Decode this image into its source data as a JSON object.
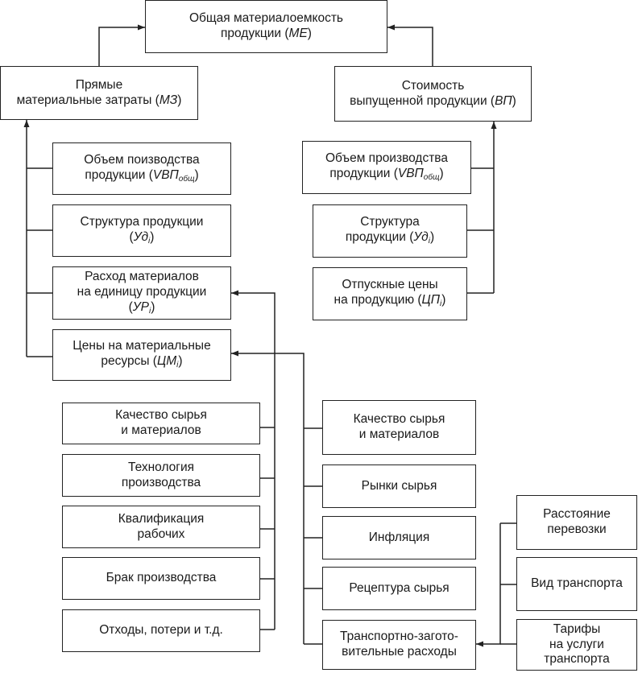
{
  "top": {
    "line1": "Общая материалоемкость",
    "line2_pre": "продукции (",
    "line2_sym": "МЕ",
    "line2_post": ")"
  },
  "left_main": {
    "line1": "Прямые",
    "line2_pre": "материальные затраты (",
    "line2_sym": "МЗ",
    "line2_post": ")"
  },
  "right_main": {
    "line1": "Стоимость",
    "line2_pre": "выпущенной продукции (",
    "line2_sym": "ВП",
    "line2_post": ")"
  },
  "left_factors": {
    "volume": {
      "line1": "Объем поизводства",
      "line2_pre": "продукции (",
      "sym": "VВП",
      "sub": "общ",
      "line2_post": ")"
    },
    "structure": {
      "line1": "Структура продукции",
      "line2_pre": "(",
      "sym": "Уд",
      "sub": "i",
      "line2_post": ")"
    },
    "consumption": {
      "line1": "Расход материалов",
      "line2": "на единицу продукции",
      "line3_pre": "(",
      "sym": "УР",
      "sub": "i",
      "line3_post": ")"
    },
    "prices": {
      "line1": "Цены на материальные",
      "line2_pre": "ресурсы (",
      "sym": "ЦМ",
      "sub": "i",
      "line2_post": ")"
    }
  },
  "right_factors": {
    "volume": {
      "line1": "Объем производства",
      "line2_pre": "продукции (",
      "sym": "VВП",
      "sub": "общ",
      "line2_post": ")"
    },
    "structure": {
      "line1": "Структура",
      "line2_pre": "продукции (",
      "sym": "Уд",
      "sub": "i",
      "line2_post": ")"
    },
    "prices": {
      "line1": "Отпускные цены",
      "line2_pre": "на продукцию (",
      "sym": "ЦП",
      "sub": "i",
      "line2_post": ")"
    }
  },
  "consumption_factors": [
    {
      "line1": "Качество сырья",
      "line2": "и материалов"
    },
    {
      "line1": "Технология",
      "line2": "производства"
    },
    {
      "line1": "Квалификация",
      "line2": "рабочих"
    },
    {
      "line1": "Брак производства",
      "line2": ""
    },
    {
      "line1": "Отходы, потери и т.д.",
      "line2": ""
    }
  ],
  "price_factors": [
    {
      "line1": "Качество сырья",
      "line2": "и материалов"
    },
    {
      "line1": "Рынки сырья",
      "line2": ""
    },
    {
      "line1": "Инфляция",
      "line2": ""
    },
    {
      "line1": "Рецептура сырья",
      "line2": ""
    },
    {
      "line1": "Транспортно-загото-",
      "line2": "вительные расходы"
    }
  ],
  "transport_factors": [
    {
      "line1": "Расстояние",
      "line2": "перевозки",
      "line3": ""
    },
    {
      "line1": "Вид транспорта",
      "line2": "",
      "line3": ""
    },
    {
      "line1": "Тарифы",
      "line2": "на услуги",
      "line3": "транспорта"
    }
  ]
}
